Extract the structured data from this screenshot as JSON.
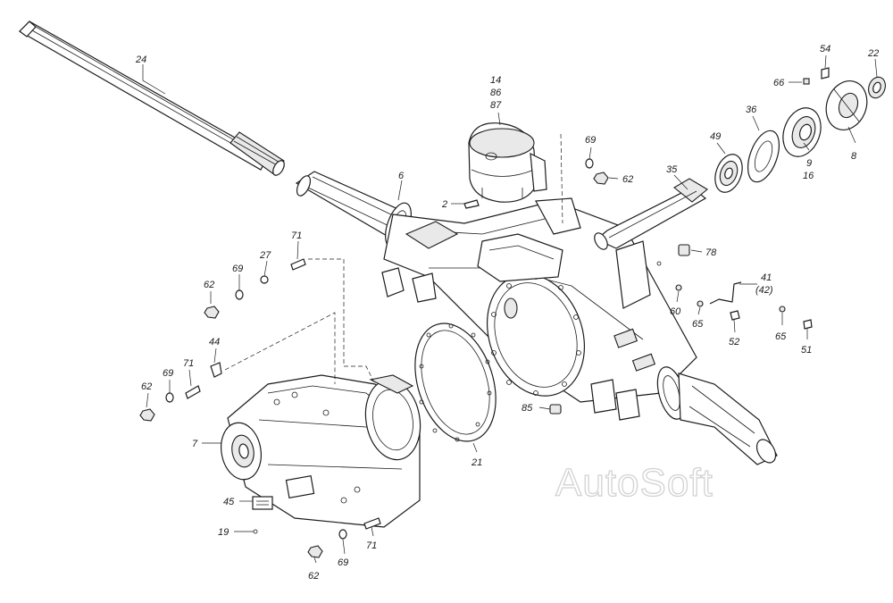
{
  "watermark": "AutoSoft",
  "callouts": [
    {
      "id": "c24",
      "text": "24"
    },
    {
      "id": "c14",
      "text": "14"
    },
    {
      "id": "c86",
      "text": "86"
    },
    {
      "id": "c87",
      "text": "87"
    },
    {
      "id": "c69a",
      "text": "69"
    },
    {
      "id": "c62a",
      "text": "62"
    },
    {
      "id": "c6",
      "text": "6"
    },
    {
      "id": "c2",
      "text": "2"
    },
    {
      "id": "c35",
      "text": "35"
    },
    {
      "id": "c49",
      "text": "49"
    },
    {
      "id": "c36",
      "text": "36"
    },
    {
      "id": "c66",
      "text": "66"
    },
    {
      "id": "c54",
      "text": "54"
    },
    {
      "id": "c22",
      "text": "22"
    },
    {
      "id": "c9",
      "text": "9"
    },
    {
      "id": "c16",
      "text": "16"
    },
    {
      "id": "c8",
      "text": "8"
    },
    {
      "id": "c78",
      "text": "78"
    },
    {
      "id": "c41",
      "text": "41"
    },
    {
      "id": "c42",
      "text": "(42)"
    },
    {
      "id": "c60",
      "text": "60"
    },
    {
      "id": "c65a",
      "text": "65"
    },
    {
      "id": "c52",
      "text": "52"
    },
    {
      "id": "c65b",
      "text": "65"
    },
    {
      "id": "c51",
      "text": "51"
    },
    {
      "id": "c71a",
      "text": "71"
    },
    {
      "id": "c27",
      "text": "27"
    },
    {
      "id": "c69b",
      "text": "69"
    },
    {
      "id": "c62b",
      "text": "62"
    },
    {
      "id": "c44",
      "text": "44"
    },
    {
      "id": "c71b",
      "text": "71"
    },
    {
      "id": "c69c",
      "text": "69"
    },
    {
      "id": "c62c",
      "text": "62"
    },
    {
      "id": "c7",
      "text": "7"
    },
    {
      "id": "c45",
      "text": "45"
    },
    {
      "id": "c19",
      "text": "19"
    },
    {
      "id": "c62d",
      "text": "62"
    },
    {
      "id": "c69d",
      "text": "69"
    },
    {
      "id": "c71c",
      "text": "71"
    },
    {
      "id": "c85",
      "text": "85"
    },
    {
      "id": "c21",
      "text": "21"
    }
  ]
}
